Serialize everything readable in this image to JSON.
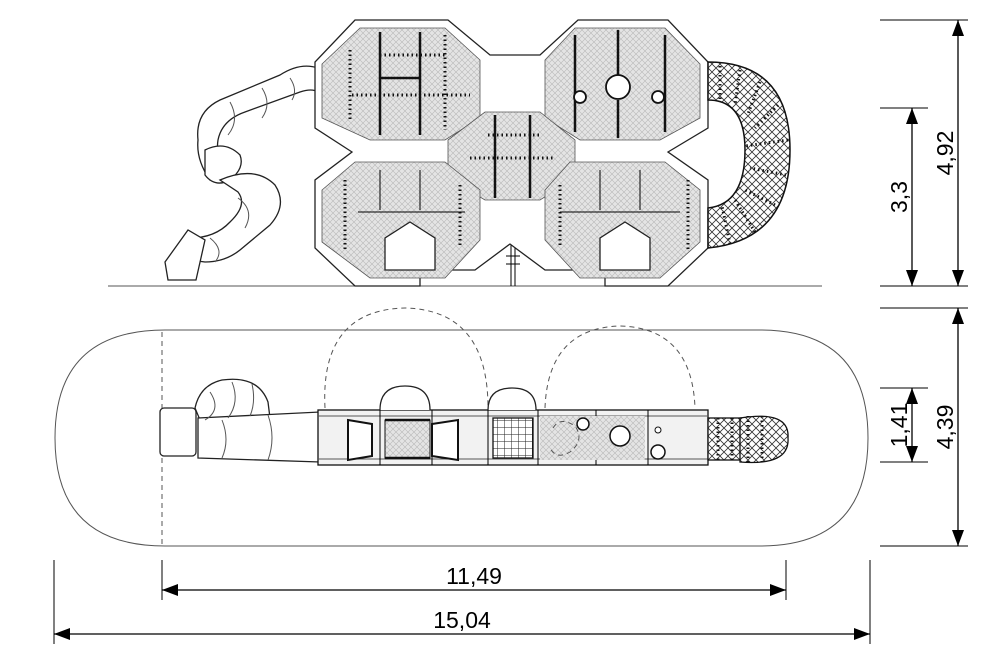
{
  "dimensions": {
    "elevation_height_inner": "3,3",
    "elevation_height_total": "4,92",
    "plan_depth_inner": "1,41",
    "plan_depth_total": "4,39",
    "plan_length_inner": "11,49",
    "plan_length_total": "15,04"
  }
}
